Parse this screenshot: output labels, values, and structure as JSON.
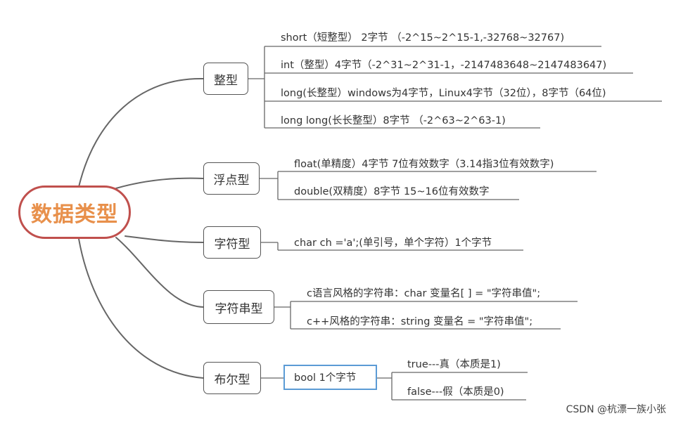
{
  "root": {
    "label": "数据类型"
  },
  "categories": [
    {
      "label": "整型",
      "items": [
        "short（短整型） 2字节 （-2^15~2^15-1,-32768~32767)",
        "int（整型）4字节（-2^31~2^31-1，-2147483648~2147483647)",
        "long(长整型）windows为4字节，Linux4字节（32位），8字节（64位)",
        "long long(长长整型）8字节 （-2^63~2^63-1)"
      ]
    },
    {
      "label": "浮点型",
      "items": [
        "float(单精度）4字节 7位有效数字（3.14指3位有效数字)",
        "double(双精度）8字节 15~16位有效数字"
      ]
    },
    {
      "label": "字符型",
      "items": [
        "char ch ='a';(单引号，单个字符）1个字节"
      ]
    },
    {
      "label": "字符串型",
      "items": [
        "c语言风格的字符串：char 变量名[ ] = \"字符串值\";",
        "c++风格的字符串：string 变量名 = \"字符串值\";"
      ]
    },
    {
      "label": "布尔型",
      "items": [
        "bool 1个字节"
      ],
      "subitems": [
        "true---真（本质是1)",
        "false---假（本质是0)"
      ]
    }
  ],
  "watermark": "CSDN @杭漂一族小张",
  "colors": {
    "root_border": "#c0504d",
    "root_text": "#e8904b",
    "line": "#666666",
    "highlight_border": "#5b9bd5"
  }
}
